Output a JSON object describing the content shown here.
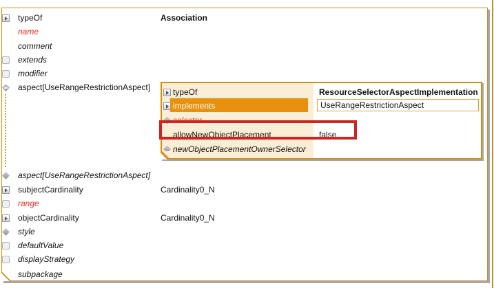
{
  "panel": {
    "rows": [
      {
        "label": "typeOf",
        "value": "Association"
      },
      {
        "label": "name"
      },
      {
        "label": "comment"
      },
      {
        "label": "extends"
      },
      {
        "label": "modifier"
      },
      {
        "label": "aspect[UseRangeRestrictionAspect]"
      },
      {
        "label": "aspect[UseRangeRestrictionAspect]"
      },
      {
        "label": "subjectCardinality",
        "value": "Cardinality0_N"
      },
      {
        "label": "range"
      },
      {
        "label": "objectCardinality",
        "value": "Cardinality0_N"
      },
      {
        "label": "style"
      },
      {
        "label": "defaultValue"
      },
      {
        "label": "displayStrategy"
      },
      {
        "label": "subpackage"
      }
    ]
  },
  "popup": {
    "rows": [
      {
        "label": "typeOf",
        "value": "ResourceSelectorAspectImplementation"
      },
      {
        "label": "implements",
        "value": "UseRangeRestrictionAspect"
      },
      {
        "label": "selector"
      },
      {
        "label": "allowNewObjectPlacement",
        "value": "false"
      },
      {
        "label": "newObjectPlacementOwnerSelector"
      }
    ]
  },
  "icons": {
    "expander-icon": "▶",
    "property-box-icon": "▢",
    "aspect-diamond-icon": "◆"
  },
  "colors": {
    "panel_border": "#dd8b0c",
    "popup_background": "#fbeed6",
    "selected_row": "#e8910f",
    "highlight_box": "#d02421",
    "required_text": "#f42a1e"
  }
}
